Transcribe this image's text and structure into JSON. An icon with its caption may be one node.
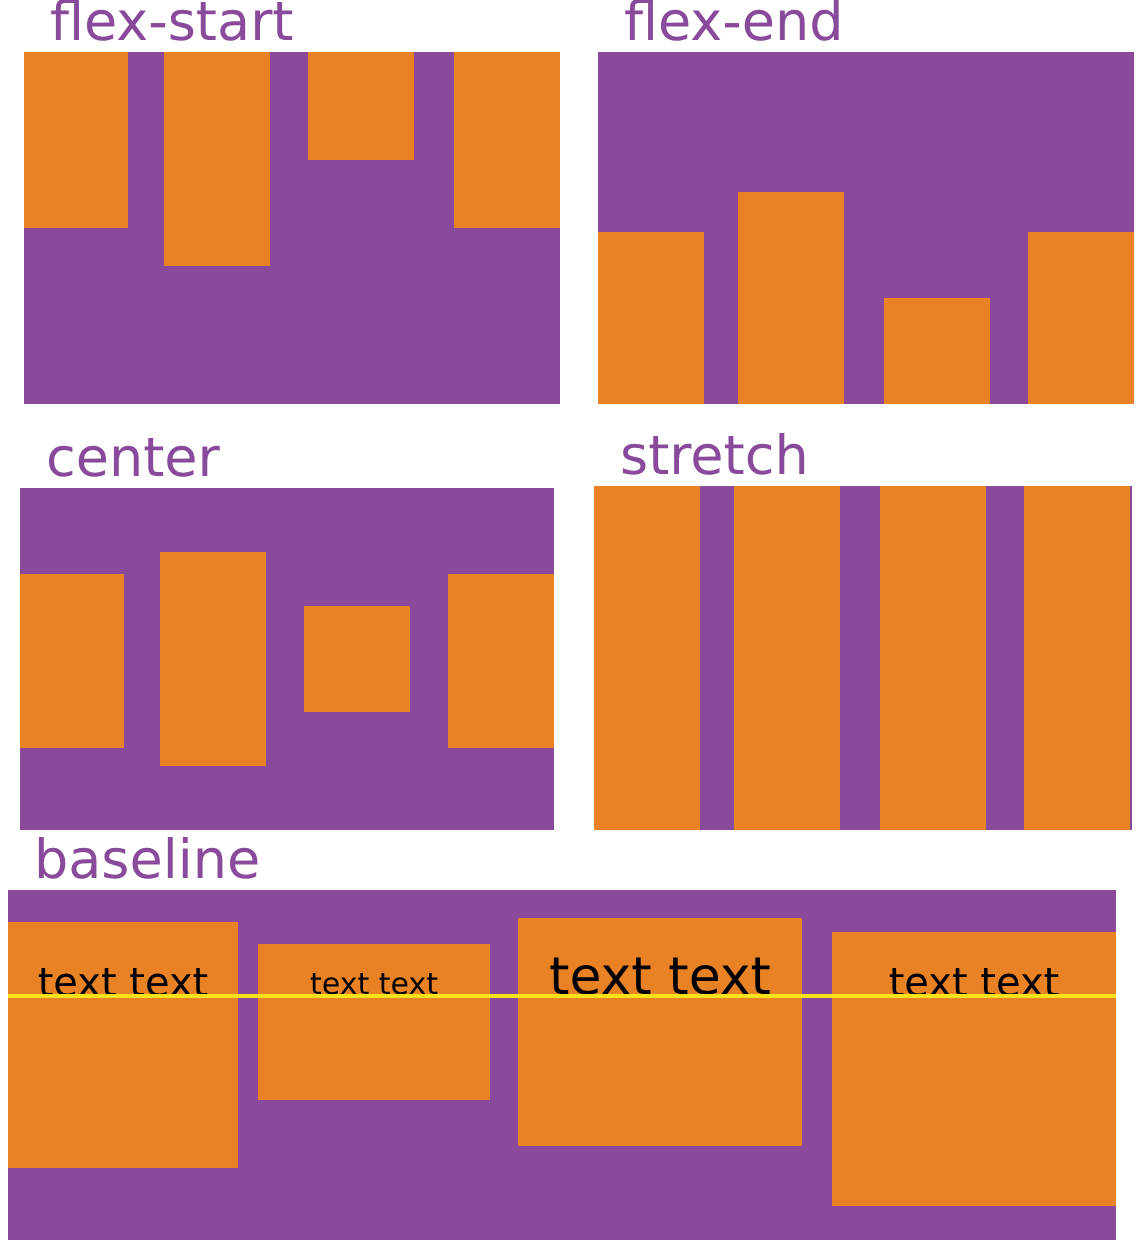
{
  "diagram": {
    "nodes": [
      {
        "text": [
          "flex-start"
        ]
      },
      {
        "text": [],
        "shape": "box",
        "in": 0
      },
      {
        "text": [],
        "shape": "box",
        "in": 0
      },
      {
        "text": [],
        "shape": "box",
        "in": 0
      },
      {
        "text": [],
        "shape": "box",
        "in": 0
      },
      {
        "text": [
          "flex-end"
        ]
      },
      {
        "text": [],
        "shape": "box",
        "in": 5
      },
      {
        "text": [],
        "shape": "box",
        "in": 5
      },
      {
        "text": [],
        "shape": "box",
        "in": 5
      },
      {
        "text": [],
        "shape": "box",
        "in": 5
      },
      {
        "text": [
          "center"
        ]
      },
      {
        "text": [],
        "shape": "box",
        "in": 10
      },
      {
        "text": [],
        "shape": "box",
        "in": 10
      },
      {
        "text": [],
        "shape": "box",
        "in": 10
      },
      {
        "text": [],
        "shape": "box",
        "in": 10
      },
      {
        "text": [
          "stretch"
        ]
      },
      {
        "text": [],
        "shape": "box",
        "in": 15
      },
      {
        "text": [],
        "shape": "box",
        "in": 15
      },
      {
        "text": [],
        "shape": "box",
        "in": 15
      },
      {
        "text": [],
        "shape": "box",
        "in": 15
      },
      {
        "text": [
          "baseline"
        ]
      },
      {
        "text": [
          "text text"
        ],
        "in": 20
      },
      {
        "text": [
          "text text"
        ],
        "in": 20
      },
      {
        "text": [
          "text text"
        ],
        "in": 20
      },
      {
        "text": [
          "text text"
        ],
        "in": 20
      }
    ],
    "edges": []
  }
}
